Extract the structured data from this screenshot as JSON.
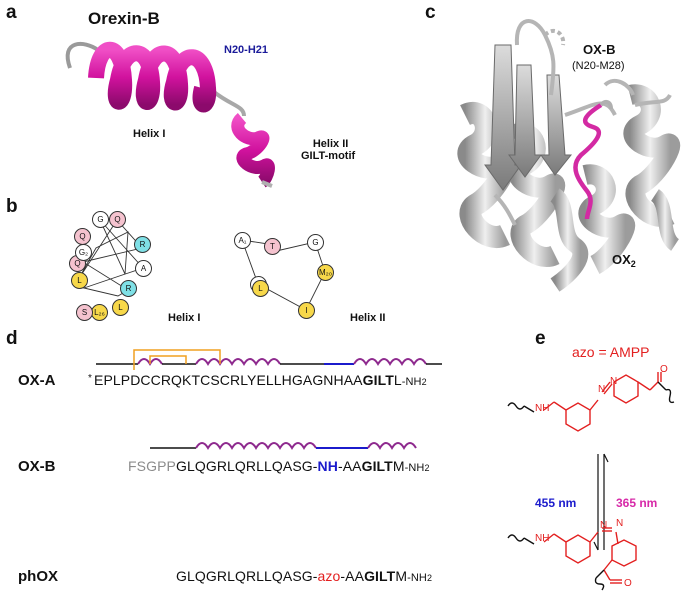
{
  "panels": {
    "a": "a",
    "b": "b",
    "c": "c",
    "d": "d",
    "e": "e"
  },
  "panel_a": {
    "title": "Orexin-B",
    "residue_label": "N20-H21",
    "helix1": "Helix I",
    "helix2_line1": "Helix II",
    "helix2_line2": "GILT-motif"
  },
  "panel_b": {
    "wheel1_label": "Helix I",
    "wheel2_label": "Helix II",
    "wheel1_residues": [
      "Q",
      "G",
      "R",
      "A",
      "R",
      "L",
      "L₂₆",
      "S",
      "L",
      "Q",
      "Q",
      "G₂"
    ],
    "wheel2_residues": [
      "T",
      "G",
      "M₂₀",
      "I",
      "A₁",
      "L",
      "A"
    ]
  },
  "panel_c": {
    "peptide_label": "OX-B",
    "peptide_range": "(N20-M28)",
    "receptor_label": "OX",
    "receptor_sub": "2"
  },
  "panel_d": {
    "oxa": {
      "name": "OX-A",
      "star": "*",
      "seq_pre": "EPLPDCCRQKTCSCRLYELLHGAGNHAA",
      "seq_bold": "GILT",
      "seq_post": "L",
      "cterm": "-NH",
      "cterm_sub": "2"
    },
    "oxb": {
      "name": "OX-B",
      "seq_grey": "FSGPP",
      "seq_pre": "GLQGRLQRLLQASG-",
      "seq_nh": "NH",
      "seq_mid": "-AA",
      "seq_bold": "GILT",
      "seq_post": "M",
      "cterm": "-NH",
      "cterm_sub": "2"
    },
    "phox": {
      "name": "phOX",
      "seq_pre": "GLQGRLQRLLQASG-",
      "seq_azo": "azo",
      "seq_mid": "-AA",
      "seq_bold": "GILT",
      "seq_post": "M",
      "cterm": "-NH",
      "cterm_sub": "2"
    }
  },
  "panel_e": {
    "title": "azo = AMPP",
    "wl_forward": "455 nm",
    "wl_reverse": "365 nm",
    "nh": "NH",
    "carbonyl_o": "O",
    "n_atom": "N"
  },
  "colors": {
    "magenta": "#d72aa8",
    "purple": "#8e2a8e",
    "blue": "#1b1bcc",
    "orange": "#f0a020",
    "red": "#e32020",
    "pink_res": "#f5c3cf",
    "cyan_res": "#7fe0e6",
    "yellow_res": "#f7d84a"
  }
}
